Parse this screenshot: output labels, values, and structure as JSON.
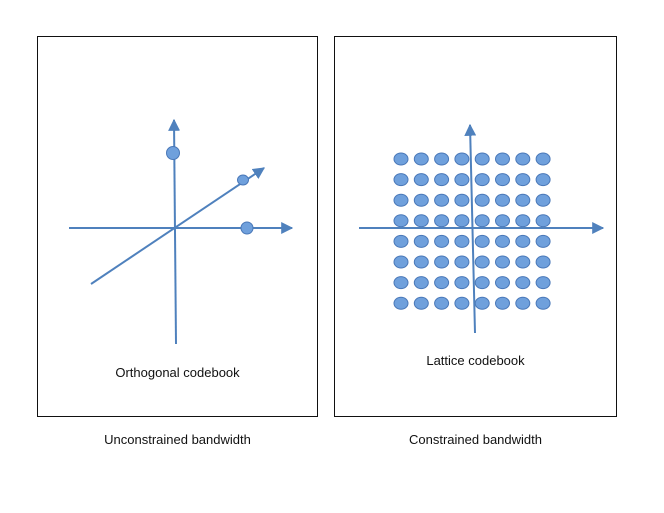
{
  "panels": [
    {
      "inner_label": "Orthogonal codebook",
      "caption": "Unconstrained bandwidth"
    },
    {
      "inner_label": "Lattice codebook",
      "caption": "Constrained bandwidth"
    }
  ],
  "colors": {
    "axis": "#4f81bd",
    "point_fill": "#6fa0dc",
    "point_stroke": "#4a78b8",
    "border": "#111111"
  },
  "lattice": {
    "rows": 8,
    "columns": 8
  }
}
